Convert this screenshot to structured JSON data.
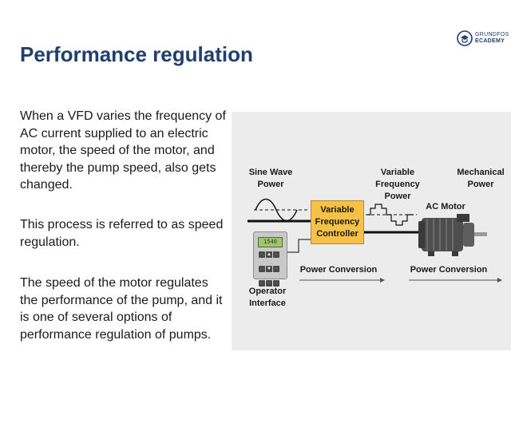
{
  "logo": {
    "line1": "GRUNDFOS",
    "line2": "ECADEMY"
  },
  "title": "Performance regulation",
  "paragraphs": [
    "When a VFD varies the frequency of AC current supplied to an electric motor, the speed of the motor, and thereby the pump speed, also gets changed.",
    "This process is referred to as speed regulation.",
    "The speed of the motor regulates the performance of the pump, and it is one of several options of performance regulation of pumps."
  ],
  "diagram": {
    "sine_wave_power": "Sine Wave\nPower",
    "variable_frequency_power": "Variable\nFrequency\nPower",
    "mechanical_power": "Mechanical\nPower",
    "vfd_label": "Variable\nFrequency\nController",
    "ac_motor": "AC Motor",
    "operator_interface": "Operator\nInterface",
    "power_conversion_1": "Power Conversion",
    "power_conversion_2": "Power Conversion",
    "display_value": "1540"
  },
  "colors": {
    "title": "#1f3f6e",
    "vfd_box": "#f7c046",
    "diagram_bg": "#ececec"
  }
}
